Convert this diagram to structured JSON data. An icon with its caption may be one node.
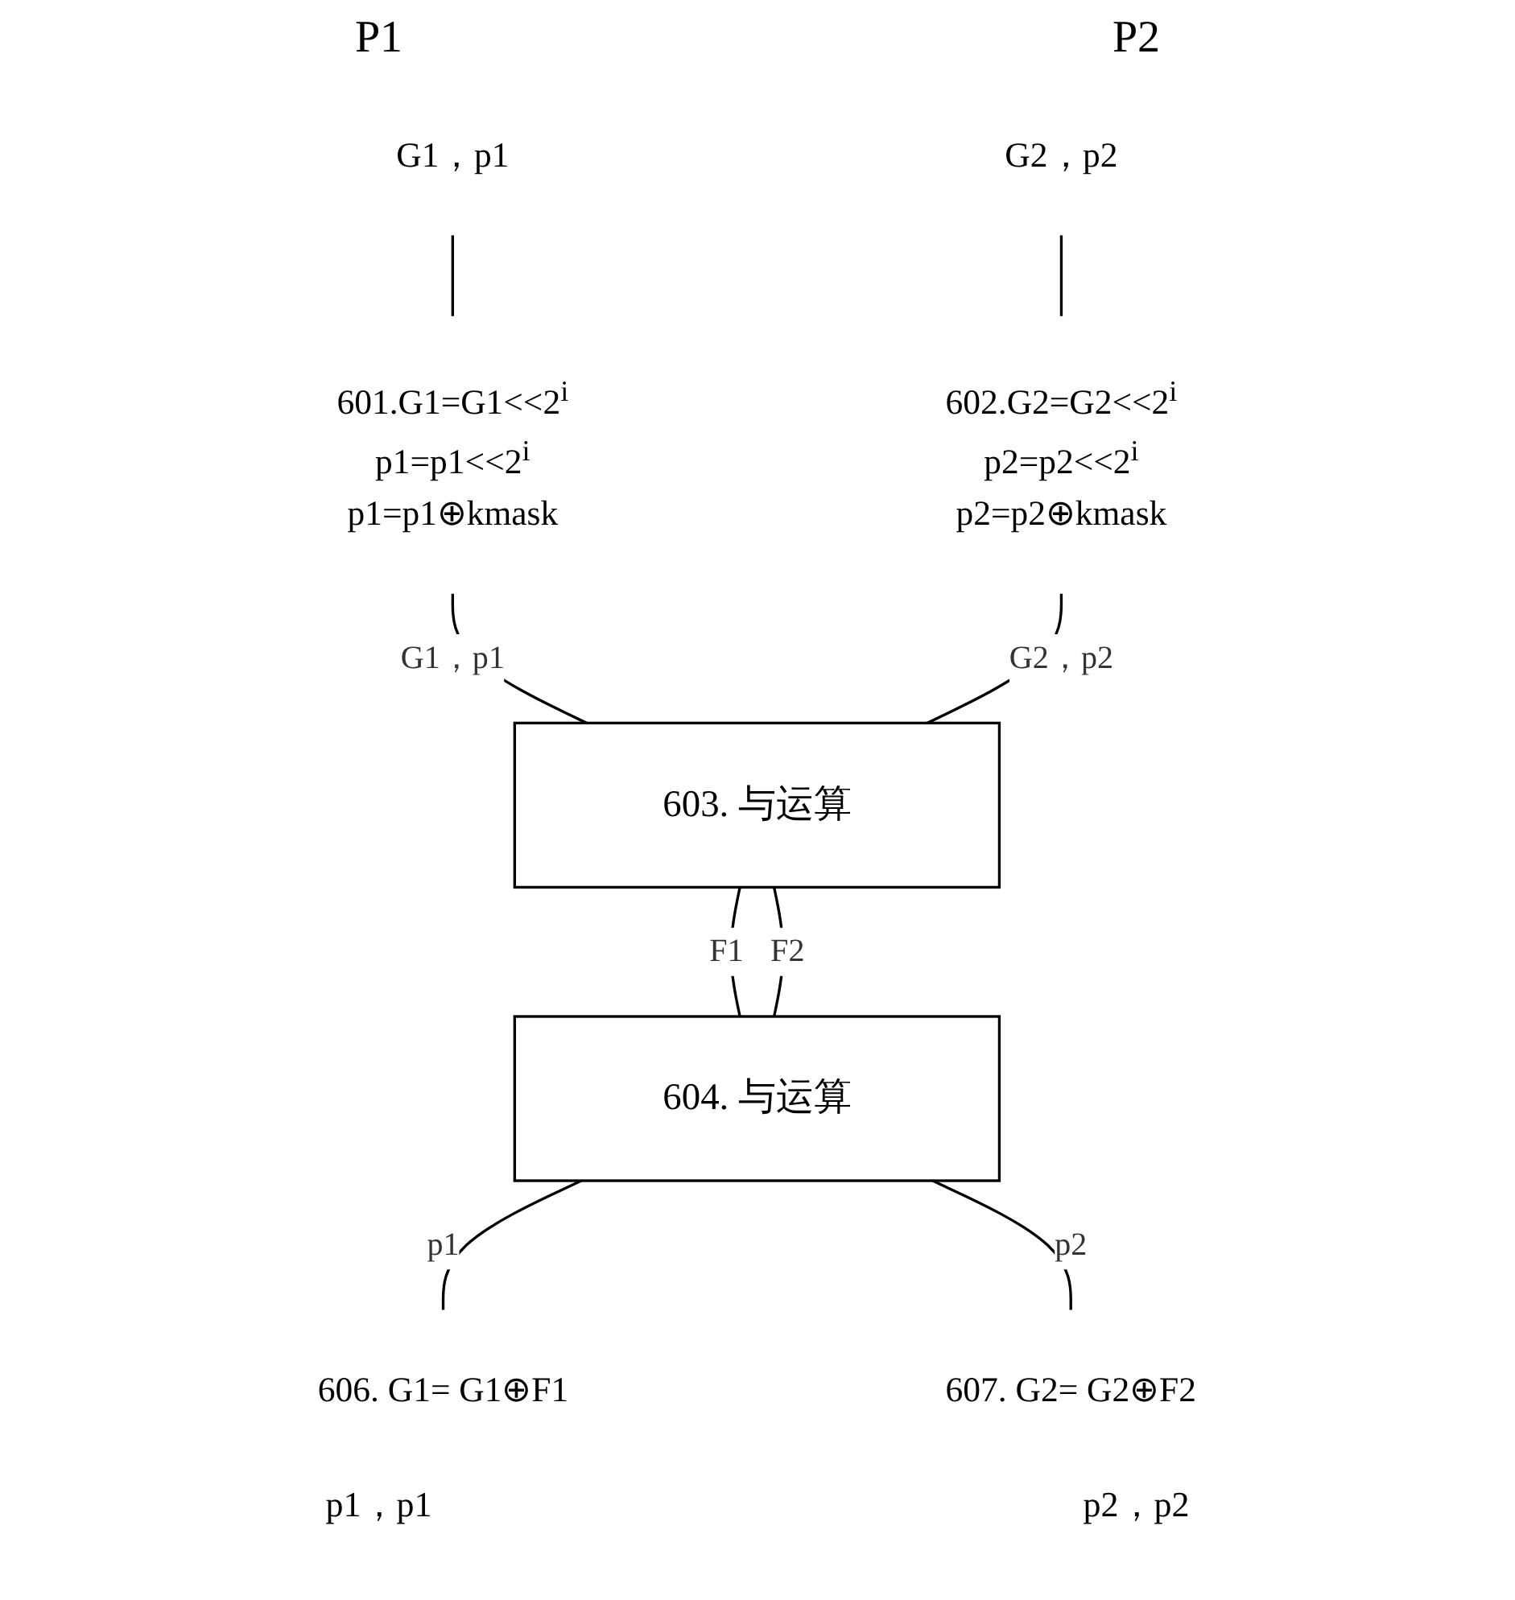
{
  "diagram": {
    "nodes": [
      {
        "text": [
          "G1，p1"
        ]
      },
      {
        "text": [
          "G2，p2"
        ]
      },
      {
        "text": [
          "601.G1=G1<<2$^{i}$",
          "p1=p1<<2$^{i}$",
          "p1=p1⊕kmask"
        ]
      },
      {
        "text": [
          "602.G2=G2<<2$^{i}$",
          "p2=p2<<2$^{i}$",
          "p2=p2⊕kmask"
        ]
      },
      {
        "text": [
          "603. 与运算"
        ]
      },
      {
        "text": [
          "604. 与运算"
        ]
      },
      {
        "text": [
          "606. G1= G1⊕F1"
        ]
      },
      {
        "text": [
          "607. G2= G2⊕F2"
        ]
      }
    ],
    "edges": [
      {
        "from": 0,
        "to": 2,
        "arrow": "none"
      },
      {
        "from": 1,
        "to": 3,
        "arrow": "none"
      },
      {
        "from": 2,
        "to": 4,
        "arrow": "none",
        "label": "G1，p1"
      },
      {
        "from": 3,
        "to": 4,
        "arrow": "none",
        "label": "G2，p2"
      },
      {
        "from": 4,
        "to": 5,
        "arrow": "none",
        "label": "F1"
      },
      {
        "from": 4,
        "to": 5,
        "arrow": "none",
        "label": "F2"
      },
      {
        "from": 5,
        "to": 6,
        "arrow": "none",
        "label": "p1"
      },
      {
        "from": 5,
        "to": 7,
        "arrow": "none",
        "label": "p2"
      }
    ],
    "labels": [
      "P1",
      "P2",
      "p1，p1",
      "p2，p2"
    ]
  }
}
